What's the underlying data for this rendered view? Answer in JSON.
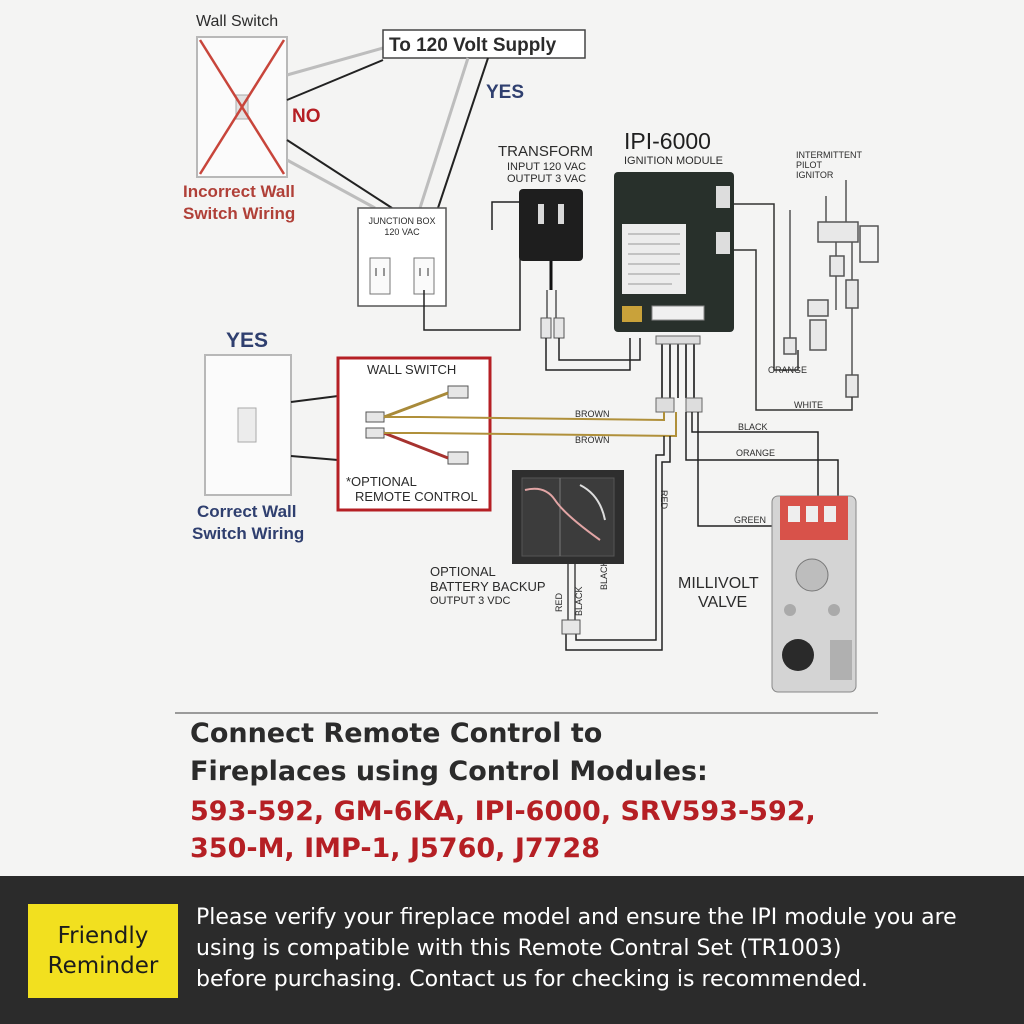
{
  "diagram": {
    "wall_switch_top": "Wall Switch",
    "supply_label": "To 120 Volt Supply",
    "no_label": "NO",
    "yes_top": "YES",
    "incorrect_line1": "Incorrect Wall",
    "incorrect_line2": "Switch Wiring",
    "junction_line1": "JUNCTION BOX",
    "junction_line2": "120 VAC",
    "transform_title": "TRANSFORM",
    "transform_in": "INPUT 120 VAC",
    "transform_out": "OUTPUT 3 VAC",
    "module_title": "IPI-6000",
    "module_sub": "IGNITION MODULE",
    "ignitor_line1": "INTERMITTENT",
    "ignitor_line2": "PILOT",
    "ignitor_line3": "IGNITOR",
    "yes_left": "YES",
    "wall_switch_box": "WALL SWITCH",
    "optional_line1": "*OPTIONAL",
    "optional_line2": "REMOTE CONTROL",
    "correct_line1": "Correct Wall",
    "correct_line2": "Switch Wiring",
    "brown1": "BROWN",
    "brown2": "BROWN",
    "orange_top": "ORANGE",
    "white_label": "WHITE",
    "black_label": "BLACK",
    "orange_mid": "ORANGE",
    "green_label": "GREEN",
    "red_vert": "RED",
    "black_vert": "BLACK",
    "red_small": "RED",
    "black_small": "BLACK",
    "battery_line1": "OPTIONAL",
    "battery_line2": "BATTERY BACKUP",
    "battery_line3": "OUTPUT 3 VDC",
    "valve_line1": "MILLIVOLT",
    "valve_line2": "VALVE"
  },
  "heading": {
    "line1": "Connect Remote Control to",
    "line2": "Fireplaces using Control Modules:",
    "models1": "593-592, GM-6KA, IPI-6000, SRV593-592,",
    "models2": "350-M, IMP-1, J5760, J7728"
  },
  "reminder": {
    "badge1": "Friendly",
    "badge2": "Reminder",
    "line1": "Please verify your fireplace model and ensure the IPI module you are",
    "line2": "using is compatible with this Remote Contral Set (TR1003)",
    "line3": "before purchasing. Contact us for checking is recommended."
  },
  "colors": {
    "red": "#b51f24",
    "navy": "#2f3f6f",
    "banner": "#2b2b2b",
    "badge": "#f2e01f"
  }
}
